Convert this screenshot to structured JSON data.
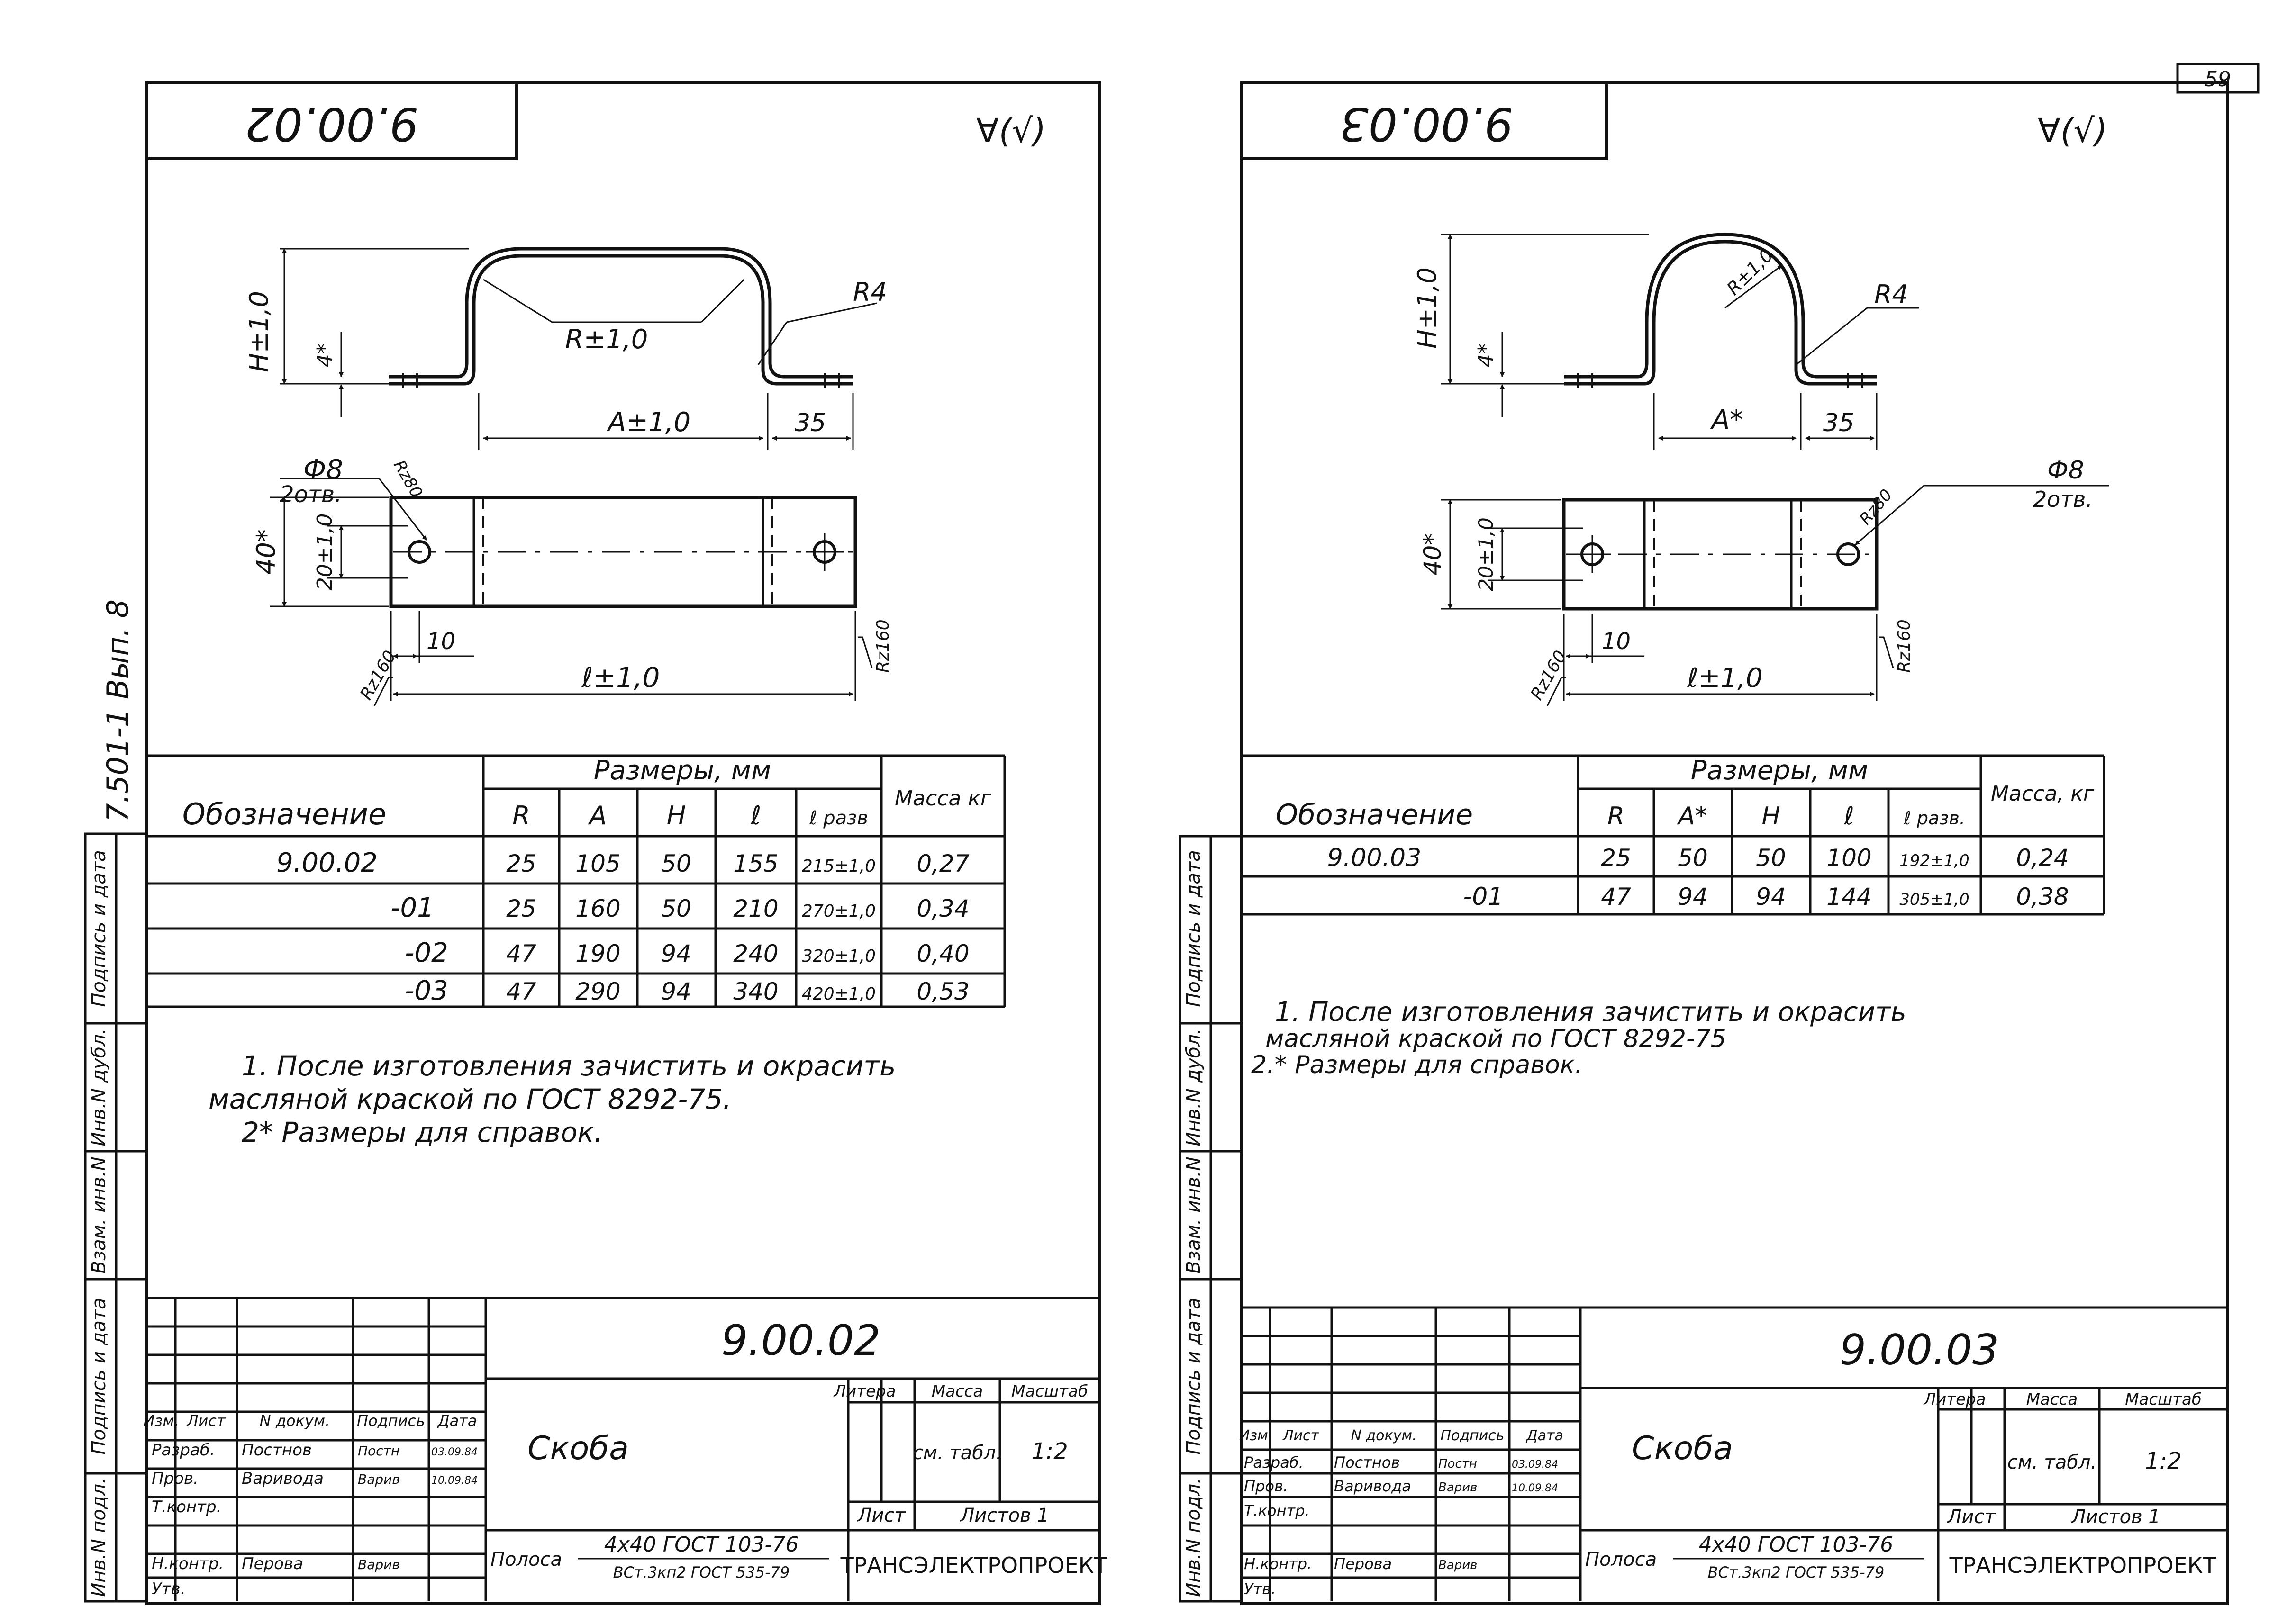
{
  "page_number": "59",
  "side_label": "7.501-1  Вып. 8",
  "left": {
    "code_box": "9.00.02",
    "roughness": "∀(√)",
    "dims": {
      "H": "H±1,0",
      "four": "4*",
      "R": "R±1,0",
      "R4": "R4",
      "A": "A±1,0",
      "d35": "35",
      "phi": "Ф8",
      "holes": "2отв.",
      "rz80": "Rz80",
      "d40": "40*",
      "d20": "20±1,0",
      "d10": "10",
      "l": "ℓ±1,0",
      "rz160a": "Rz160",
      "rz160b": "Rz160"
    },
    "table": {
      "group_header": "Размеры, мм",
      "headers": [
        "Обозначение",
        "R",
        "A",
        "H",
        "ℓ",
        "ℓ разв",
        "Масса кг"
      ],
      "rows": [
        [
          "9.00.02",
          "25",
          "105",
          "50",
          "155",
          "215±1,0",
          "0,27"
        ],
        [
          "-01",
          "25",
          "160",
          "50",
          "210",
          "270±1,0",
          "0,34"
        ],
        [
          "-02",
          "47",
          "190",
          "94",
          "240",
          "320±1,0",
          "0,40"
        ],
        [
          "-03",
          "47",
          "290",
          "94",
          "340",
          "420±1,0",
          "0,53"
        ]
      ]
    },
    "notes": [
      "1. После изготовления зачистить и окрасить",
      "масляной краской по ГОСТ 8292-75.",
      "2* Размеры для справок."
    ],
    "side_stamps": [
      "Подпись и дата",
      "Инв.N дубл.",
      "Взам. инв.N",
      "Подпись и дата",
      "Инв.N подл."
    ],
    "title_block": {
      "code": "9.00.02",
      "name": "Скоба",
      "head": [
        "Изм.",
        "Лист",
        "N докум.",
        "Подпись",
        "Дата"
      ],
      "staff": [
        {
          "role": "Разраб.",
          "name": "Постнов",
          "sign": "Постн",
          "date": "03.09.84"
        },
        {
          "role": "Пров.",
          "name": "Варивода",
          "sign": "Варив",
          "date": "10.09.84"
        },
        {
          "role": "Т.контр.",
          "name": "",
          "sign": "",
          "date": ""
        },
        {
          "role": "",
          "name": "",
          "sign": "",
          "date": ""
        },
        {
          "role": "Н.контр.",
          "name": "Перова",
          "sign": "Варив",
          "date": ""
        },
        {
          "role": "Утв.",
          "name": "",
          "sign": "",
          "date": ""
        }
      ],
      "litera": "Литера",
      "massa": "Масса",
      "masshtab": "Масштаб",
      "massa_val": "см. табл.",
      "masshtab_val": "1:2",
      "list": "Лист",
      "listov": "Листов 1",
      "material_prefix": "Полоса",
      "material_top": "4х40  ГОСТ 103-76",
      "material_bottom": "ВСт.3кп2 ГОСТ 535-79",
      "org": "ТРАНСЭЛЕКТРОПРОЕКТ"
    }
  },
  "right": {
    "code_box": "9.00.03",
    "roughness": "∀(√)",
    "dims": {
      "H": "H±1,0",
      "four": "4*",
      "R": "R±1,0",
      "R4": "R4",
      "A": "A*",
      "d35": "35",
      "phi": "Ф8",
      "holes": "2отв.",
      "rz80": "Rz80",
      "d40": "40*",
      "d20": "20±1,0",
      "d10": "10",
      "l": "ℓ±1,0",
      "rz160a": "Rz160",
      "rz160b": "Rz160"
    },
    "table": {
      "group_header": "Размеры, мм",
      "headers": [
        "Обозначение",
        "R",
        "A*",
        "H",
        "ℓ",
        "ℓ разв.",
        "Масса, кг"
      ],
      "rows": [
        [
          "9.00.03",
          "25",
          "50",
          "50",
          "100",
          "192±1,0",
          "0,24"
        ],
        [
          "-01",
          "47",
          "94",
          "94",
          "144",
          "305±1,0",
          "0,38"
        ]
      ]
    },
    "notes": [
      "1. После изготовления зачистить и окрасить",
      "масляной краской по ГОСТ 8292-75",
      "2.* Размеры для справок."
    ],
    "side_stamps": [
      "Подпись и дата",
      "Инв.N дубл.",
      "Взам. инв.N",
      "Подпись и дата",
      "Инв.N подл."
    ],
    "title_block": {
      "code": "9.00.03",
      "name": "Скоба",
      "head": [
        "Изм.",
        "Лист",
        "N докум.",
        "Подпись",
        "Дата"
      ],
      "staff": [
        {
          "role": "Разраб.",
          "name": "Постнов",
          "sign": "Постн",
          "date": "03.09.84"
        },
        {
          "role": "Пров.",
          "name": "Варивода",
          "sign": "Варив",
          "date": "10.09.84"
        },
        {
          "role": "Т.контр.",
          "name": "",
          "sign": "",
          "date": ""
        },
        {
          "role": "",
          "name": "",
          "sign": "",
          "date": ""
        },
        {
          "role": "Н.контр.",
          "name": "Перова",
          "sign": "Варив",
          "date": ""
        },
        {
          "role": "Утв.",
          "name": "",
          "sign": "",
          "date": ""
        }
      ],
      "litera": "Литера",
      "massa": "Масса",
      "masshtab": "Масштаб",
      "massa_val": "см. табл.",
      "masshtab_val": "1:2",
      "list": "Лист",
      "listov": "Листов 1",
      "material_prefix": "Полоса",
      "material_top": "4х40  ГОСТ 103-76",
      "material_bottom": "ВСт.3кп2 ГОСТ 535-79",
      "org": "ТРАНСЭЛЕКТРОПРОЕКТ"
    }
  }
}
